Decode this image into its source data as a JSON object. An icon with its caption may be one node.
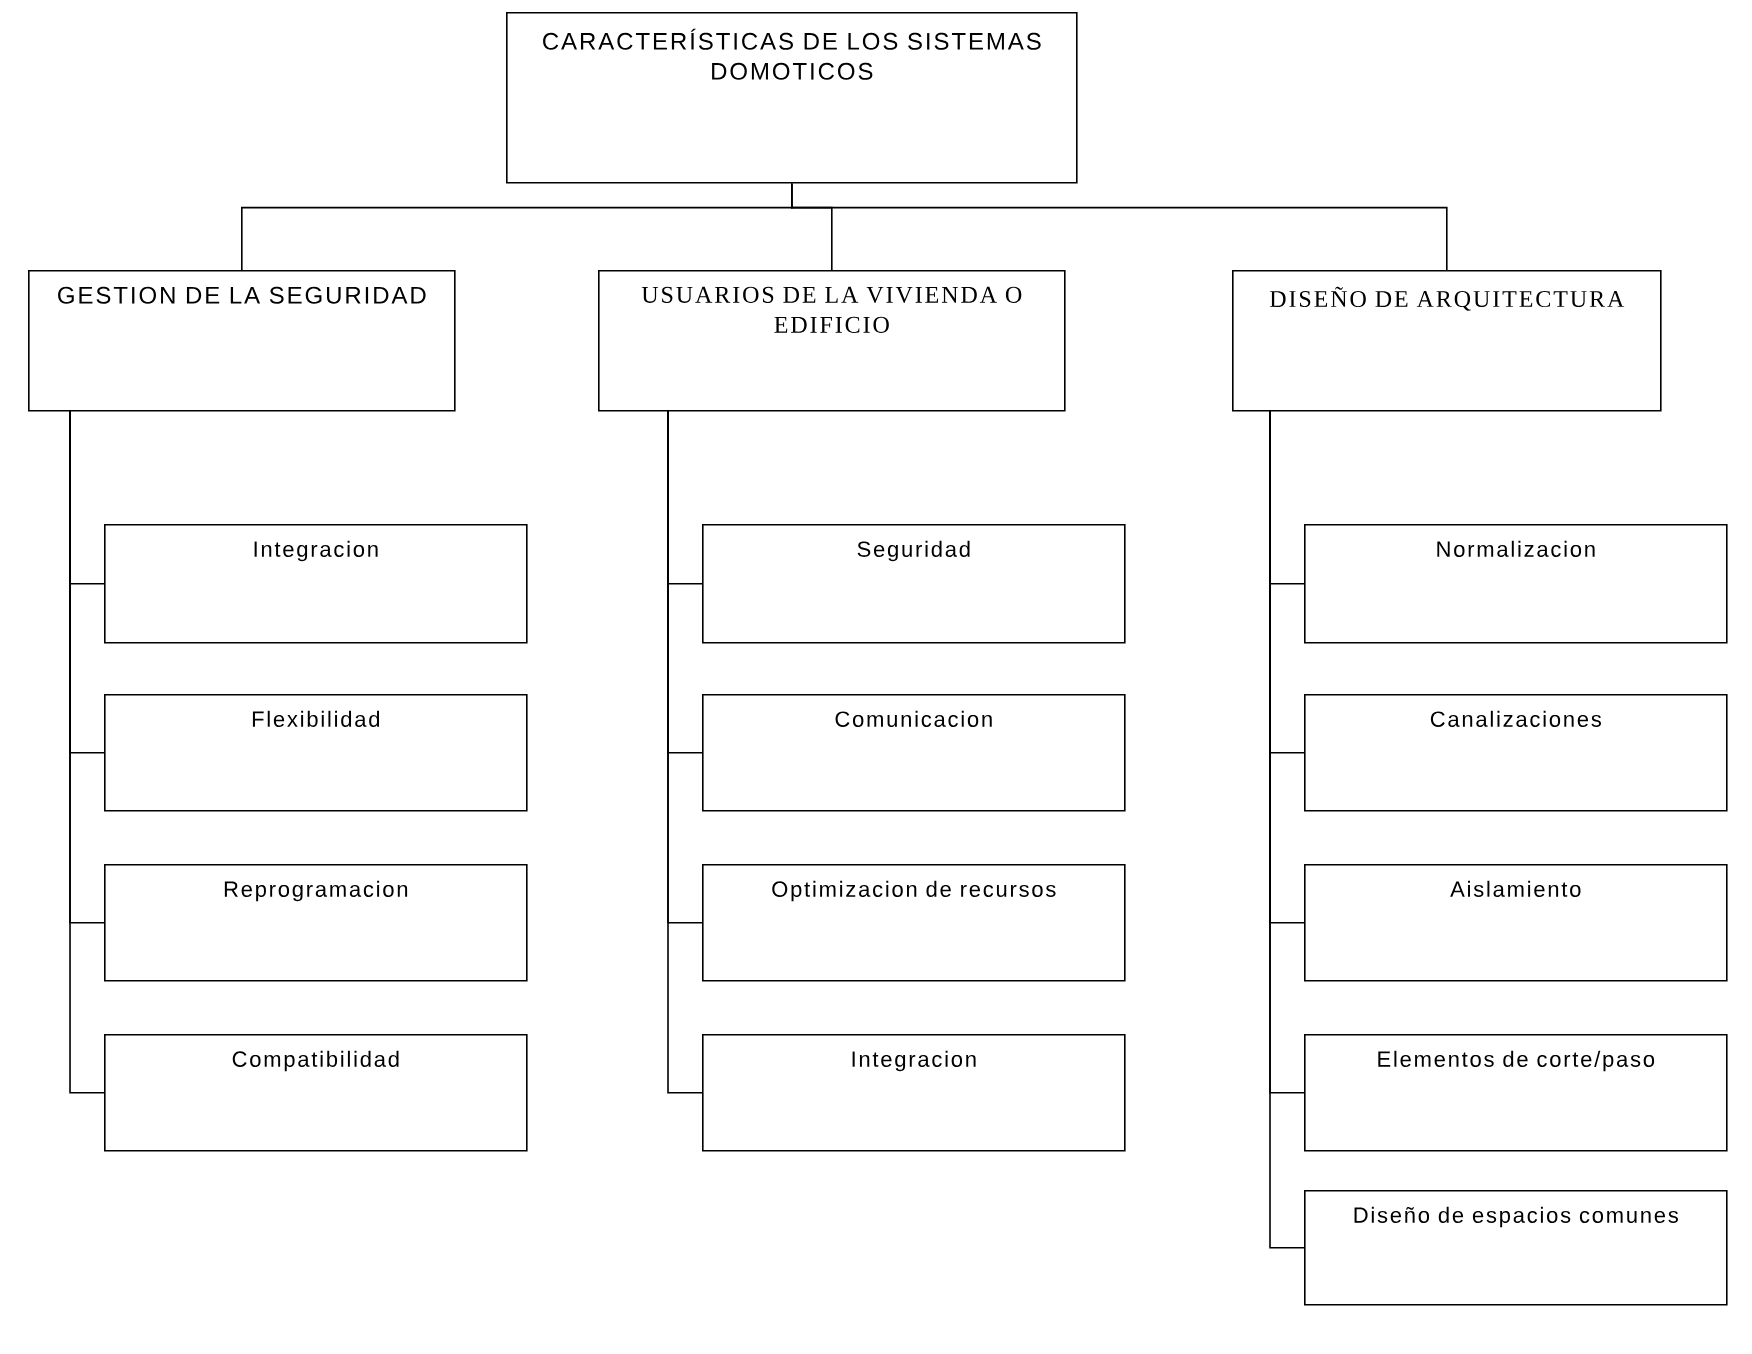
{
  "diagram": {
    "nodes": [
      {
        "text": [
          "CARACTERÍSTICAS DE LOS SISTEMAS DOMOTICOS"
        ]
      },
      {
        "text": [
          "GESTION DE LA SEGURIDAD"
        ]
      },
      {
        "text": [
          "USUARIOS DE LA VIVIENDA O EDIFICIO"
        ]
      },
      {
        "text": [
          "DISEÑO DE ARQUITECTURA"
        ]
      },
      {
        "text": [
          "Integracion"
        ]
      },
      {
        "text": [
          "Flexibilidad"
        ]
      },
      {
        "text": [
          "Reprogramacion"
        ]
      },
      {
        "text": [
          "Compatibilidad"
        ]
      },
      {
        "text": [
          "Seguridad"
        ]
      },
      {
        "text": [
          "Comunicacion"
        ]
      },
      {
        "text": [
          "Optimizacion de recursos"
        ]
      },
      {
        "text": [
          "Integracion"
        ]
      },
      {
        "text": [
          "Normalizacion"
        ]
      },
      {
        "text": [
          "Canalizaciones"
        ]
      },
      {
        "text": [
          "Aislamiento"
        ]
      },
      {
        "text": [
          "Elementos de corte/paso"
        ]
      },
      {
        "text": [
          "Diseño de espacios comunes"
        ]
      }
    ],
    "edges": [
      {
        "from": 0,
        "to": 1,
        "arrow": "none"
      },
      {
        "from": 0,
        "to": 2,
        "arrow": "none"
      },
      {
        "from": 0,
        "to": 3,
        "arrow": "none"
      },
      {
        "from": 1,
        "to": 4,
        "arrow": "none"
      },
      {
        "from": 1,
        "to": 5,
        "arrow": "none"
      },
      {
        "from": 1,
        "to": 6,
        "arrow": "none"
      },
      {
        "from": 1,
        "to": 7,
        "arrow": "none"
      },
      {
        "from": 2,
        "to": 8,
        "arrow": "none"
      },
      {
        "from": 2,
        "to": 9,
        "arrow": "none"
      },
      {
        "from": 2,
        "to": 10,
        "arrow": "none"
      },
      {
        "from": 2,
        "to": 11,
        "arrow": "none"
      },
      {
        "from": 3,
        "to": 12,
        "arrow": "none"
      },
      {
        "from": 3,
        "to": 13,
        "arrow": "none"
      },
      {
        "from": 3,
        "to": 14,
        "arrow": "none"
      },
      {
        "from": 3,
        "to": 15,
        "arrow": "none"
      },
      {
        "from": 3,
        "to": 16,
        "arrow": "none"
      }
    ]
  }
}
